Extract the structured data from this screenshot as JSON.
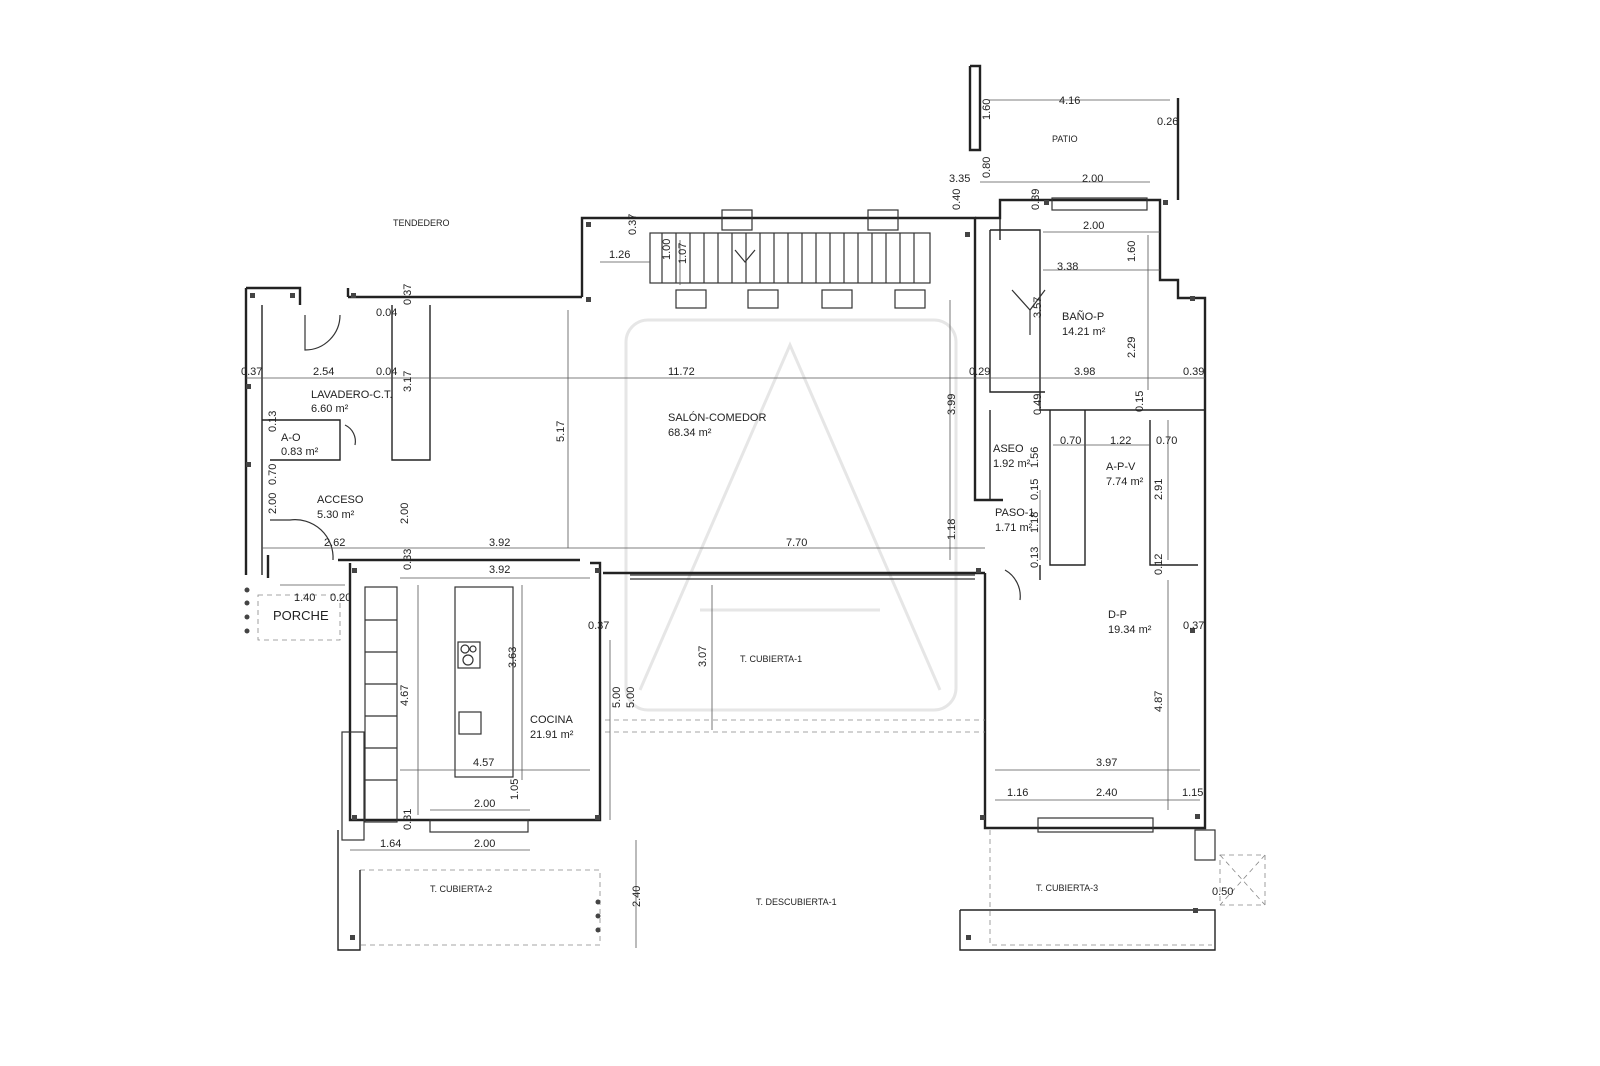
{
  "rooms": [
    {
      "id": "tendedero",
      "name": "TENDEDERO",
      "area": ""
    },
    {
      "id": "patio",
      "name": "PATIO",
      "area": ""
    },
    {
      "id": "lavadero",
      "name": "LAVADERO-C.T.",
      "area": "6.60 m²"
    },
    {
      "id": "ao",
      "name": "A-O",
      "area": "0.83 m²"
    },
    {
      "id": "acceso",
      "name": "ACCESO",
      "area": "5.30 m²"
    },
    {
      "id": "salon",
      "name": "SALÓN-COMEDOR",
      "area": "68.34 m²"
    },
    {
      "id": "bano",
      "name": "BAÑO-P",
      "area": "14.21 m²"
    },
    {
      "id": "aseo",
      "name": "ASEO",
      "area": "1.92 m²"
    },
    {
      "id": "paso",
      "name": "PASO-1",
      "area": "1.71 m²"
    },
    {
      "id": "apv",
      "name": "A-P-V",
      "area": "7.74 m²"
    },
    {
      "id": "dp",
      "name": "D-P",
      "area": "19.34 m²"
    },
    {
      "id": "cocina",
      "name": "COCINA",
      "area": "21.91 m²"
    },
    {
      "id": "porche",
      "name": "PORCHE",
      "area": ""
    },
    {
      "id": "tcub1",
      "name": "T. CUBIERTA-1",
      "area": ""
    },
    {
      "id": "tcub2",
      "name": "T. CUBIERTA-2",
      "area": ""
    },
    {
      "id": "tdesc1",
      "name": "T. DESCUBIERTA-1",
      "area": ""
    },
    {
      "id": "tcub3",
      "name": "T. CUBIERTA-3",
      "area": ""
    }
  ],
  "dimensions": [
    "4.16",
    "0.26",
    "1.60",
    "3.35",
    "0.80",
    "2.00",
    "0.40",
    "0.39",
    "2.00",
    "0.37",
    "1.26",
    "1.00",
    "1.07",
    "1.60",
    "3.38",
    "0.37",
    "0.04",
    "3.57",
    "2.29",
    "0.37",
    "2.54",
    "0.04",
    "3.17",
    "11.72",
    "0.29",
    "3.98",
    "0.39",
    "3.99",
    "0.49",
    "0.15",
    "0.13",
    "0.70",
    "1.22",
    "0.70",
    "5.17",
    "1.56",
    "0.70",
    "2.91",
    "0.15",
    "2.00",
    "2.00",
    "1.18",
    "2.62",
    "3.92",
    "7.70",
    "1.18",
    "0.33",
    "3.92",
    "0.13",
    "0.12",
    "1.40",
    "0.20",
    "0.37",
    "0.37",
    "3.63",
    "3.07",
    "4.67",
    "5.00",
    "5.00",
    "4.87",
    "4.57",
    "3.97",
    "1.05",
    "1.16",
    "2.40",
    "1.15",
    "2.00",
    "0.31",
    "1.64",
    "2.00",
    "2.40",
    "0.50"
  ]
}
